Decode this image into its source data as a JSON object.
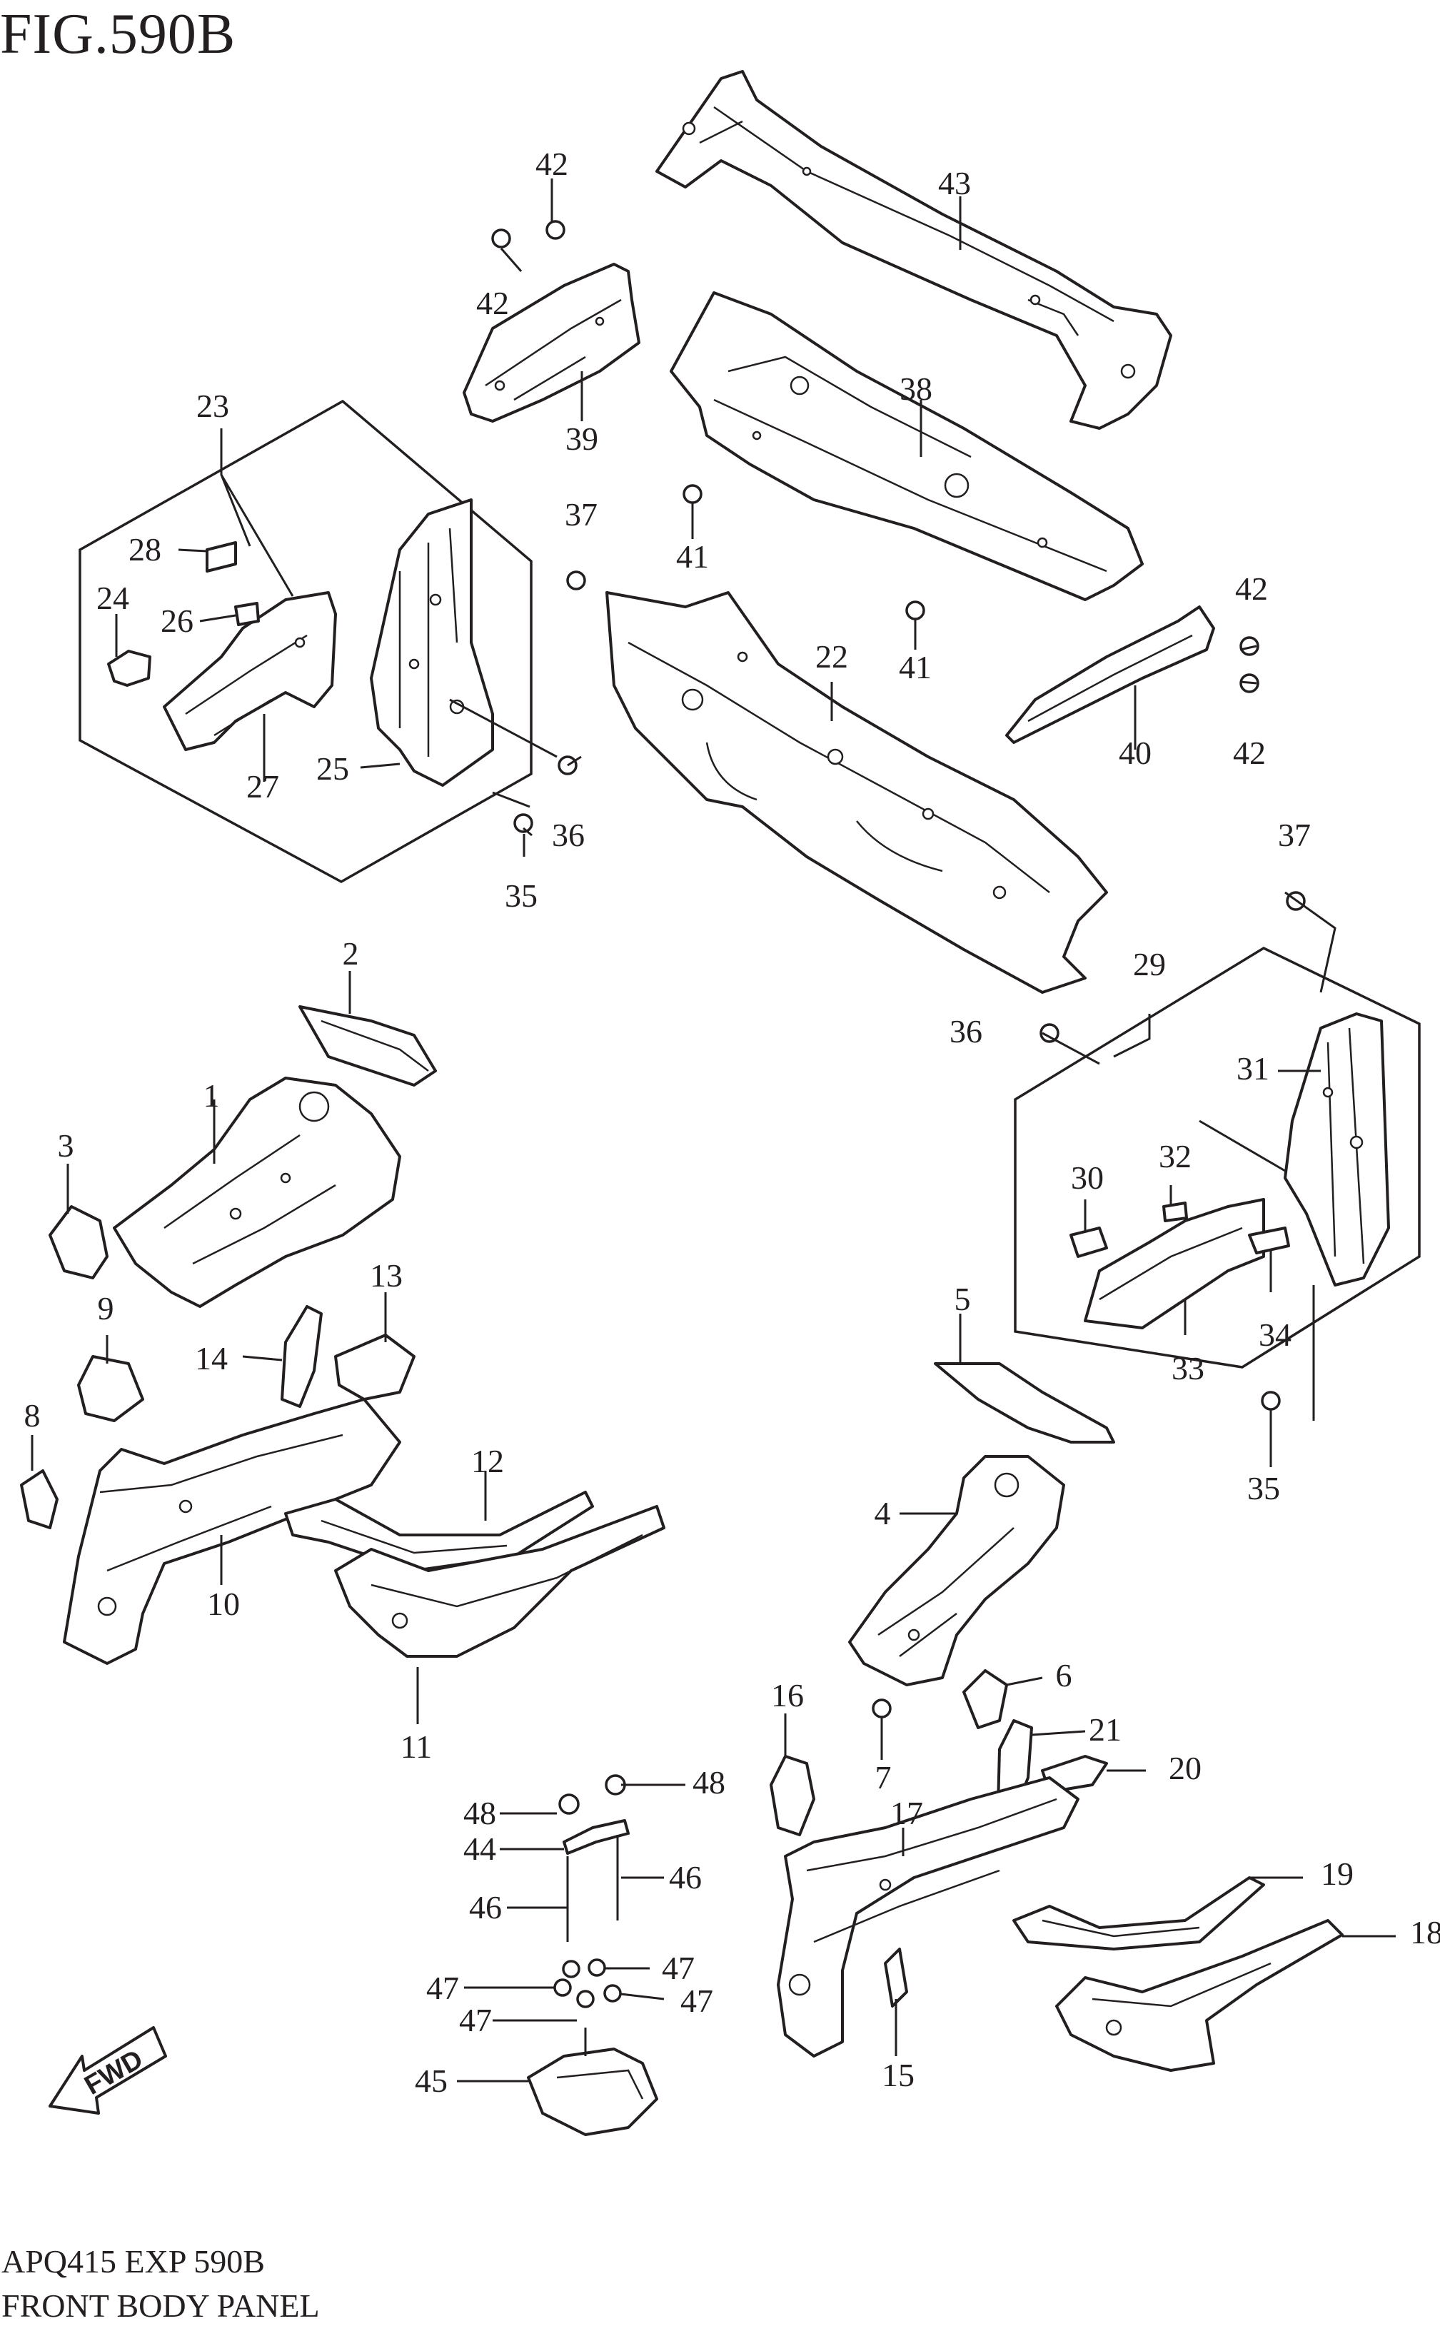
{
  "figure": {
    "title": "FIG.590B",
    "code": "APQ415 EXP 590B",
    "name": "FRONT BODY PANEL",
    "fwd_label": "FWD"
  },
  "callouts": [
    "1",
    "2",
    "3",
    "4",
    "5",
    "6",
    "7",
    "8",
    "9",
    "10",
    "11",
    "12",
    "13",
    "14",
    "15",
    "16",
    "17",
    "18",
    "19",
    "20",
    "21",
    "22",
    "23",
    "24",
    "25",
    "26",
    "27",
    "28",
    "29",
    "30",
    "31",
    "32",
    "33",
    "34",
    "35",
    "36",
    "37",
    "38",
    "39",
    "40",
    "41",
    "42",
    "43",
    "44",
    "45",
    "46",
    "47",
    "48"
  ],
  "colors": {
    "line": "#231f20",
    "background": "#ffffff"
  }
}
